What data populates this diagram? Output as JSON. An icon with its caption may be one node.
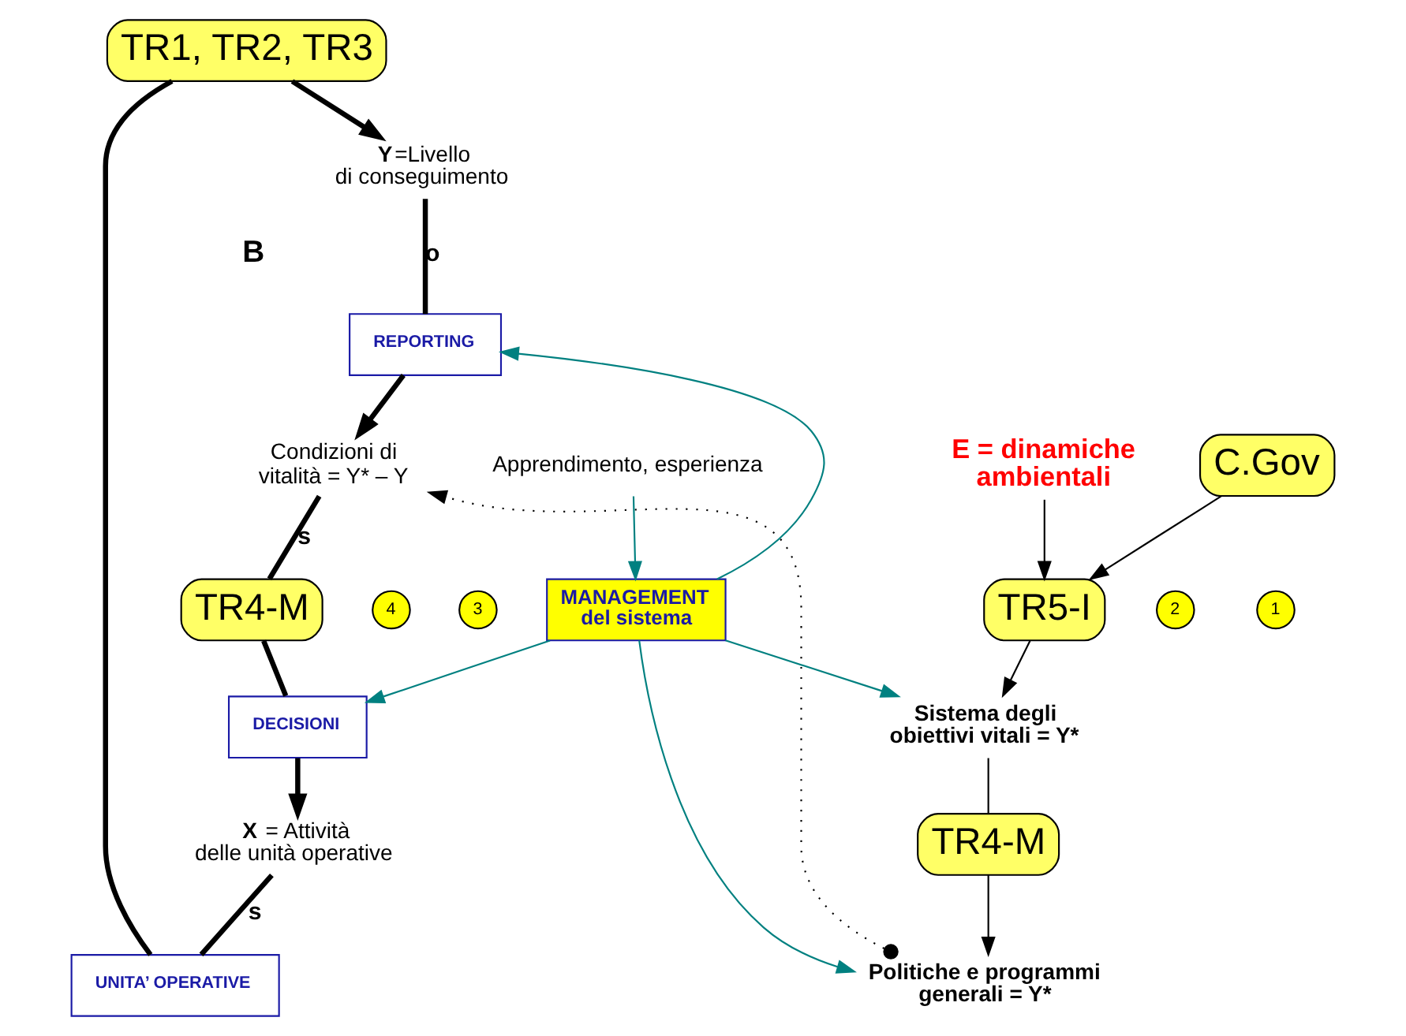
{
  "diagram": {
    "nodes": [
      {
        "text": [
          "TR1, TR2, TR3"
        ]
      },
      {
        "text": [
          "UNITA’ OPERATIVE"
        ]
      },
      {
        "text": [
          "**X** = Attività delle unità operative"
        ]
      },
      {
        "text": [
          "**Y**=Livello di conseguimento"
        ]
      },
      {
        "text": [
          "REPORTING"
        ]
      },
      {
        "text": [
          "Condizioni di vitalità = Y* – Y"
        ]
      },
      {
        "text": [
          "TR4-M"
        ]
      },
      {
        "text": [
          "DECISIONI"
        ]
      },
      {
        "text": [
          "C.Gov"
        ]
      },
      {
        "text": [
          "E = dinamiche ambientali"
        ]
      },
      {
        "text": [
          "TR5-I"
        ]
      },
      {
        "text": [
          "Sistema degli obiettivi vitali = Y*"
        ]
      },
      {
        "text": [
          "TR4-M"
        ]
      },
      {
        "text": [
          "Politiche e programmi generali = Y*"
        ]
      },
      {
        "text": [
          "MANAGEMENT del sistema"
        ]
      },
      {
        "text": [
          "Apprendimento, esperienza"
        ]
      },
      {
        "text": [
          "4"
        ]
      },
      {
        "text": [
          "3"
        ]
      },
      {
        "text": [
          "2"
        ]
      },
      {
        "text": [
          "1"
        ]
      }
    ],
    "edges": [
      {
        "from": 2,
        "to": 1,
        "arrow": "none",
        "label": "s",
        "style": "thick"
      },
      {
        "from": 1,
        "to": 0,
        "arrow": "none",
        "style": "thick"
      },
      {
        "from": 0,
        "to": 3,
        "arrow": "to",
        "style": "thick"
      },
      {
        "from": 3,
        "to": 4,
        "arrow": "none",
        "label": "o",
        "style": "thick"
      },
      {
        "from": 4,
        "to": 5,
        "arrow": "to",
        "style": "thick"
      },
      {
        "from": 5,
        "to": 6,
        "arrow": "none",
        "label": "s",
        "style": "thick"
      },
      {
        "from": 6,
        "to": 7,
        "arrow": "none",
        "style": "thick"
      },
      {
        "from": 7,
        "to": 2,
        "arrow": "to",
        "style": "thick"
      },
      {
        "from": 8,
        "to": 10,
        "arrow": "to"
      },
      {
        "from": 9,
        "to": 10,
        "arrow": "to"
      },
      {
        "from": 10,
        "to": 11,
        "arrow": "to"
      },
      {
        "from": 11,
        "to": 12,
        "arrow": "none"
      },
      {
        "from": 12,
        "to": 13,
        "arrow": "to"
      },
      {
        "from": 13,
        "to": 5,
        "arrow": "to",
        "style": "dashed"
      },
      {
        "from": 14,
        "to": 7,
        "arrow": "to",
        "color": "#008080"
      },
      {
        "from": 14,
        "to": 4,
        "arrow": "to",
        "color": "#008080"
      },
      {
        "from": 14,
        "to": 13,
        "arrow": "to",
        "color": "#008080"
      },
      {
        "from": 14,
        "to": 11,
        "arrow": "to",
        "color": "#008080"
      },
      {
        "from": 15,
        "to": 14,
        "arrow": "to",
        "color": "#008080"
      }
    ],
    "labels": [
      "B"
    ]
  }
}
